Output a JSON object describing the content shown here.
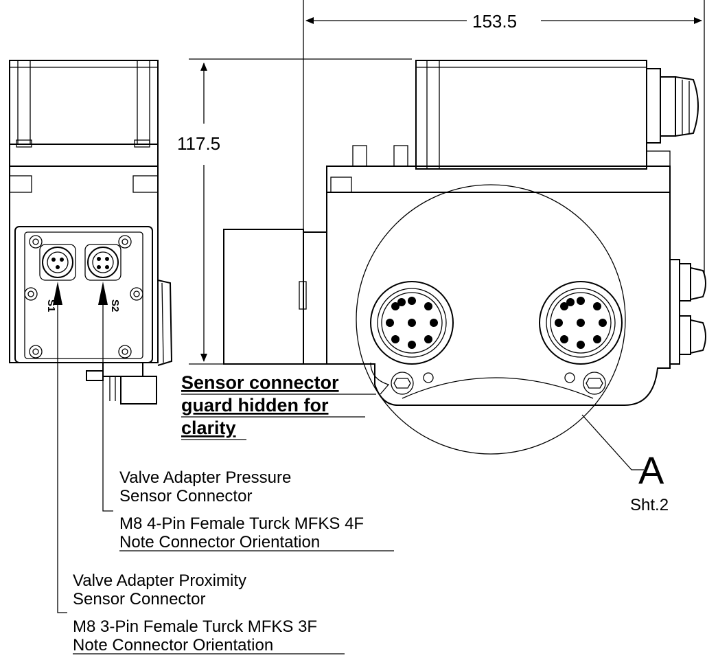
{
  "dimensions": {
    "width_value": "153.5",
    "height_value": "117.5"
  },
  "detail_callout": {
    "letter": "A",
    "sheet": "Sht.2"
  },
  "connector_labels": {
    "s1": "S1",
    "s2": "S2"
  },
  "hidden_note": {
    "lines": [
      "Sensor connector",
      "guard hidden for",
      "clarity"
    ]
  },
  "pressure_note": {
    "line1": "Valve Adapter Pressure",
    "line2": "Sensor Connector",
    "line3": "M8 4-Pin Female Turck MFKS 4F",
    "line4": "Note Connector Orientation"
  },
  "proximity_note": {
    "line1": "Valve Adapter Proximity",
    "line2": "Sensor Connector",
    "line3": "M8 3-Pin Female Turck MFKS 3F",
    "line4": "Note Connector Orientation"
  }
}
